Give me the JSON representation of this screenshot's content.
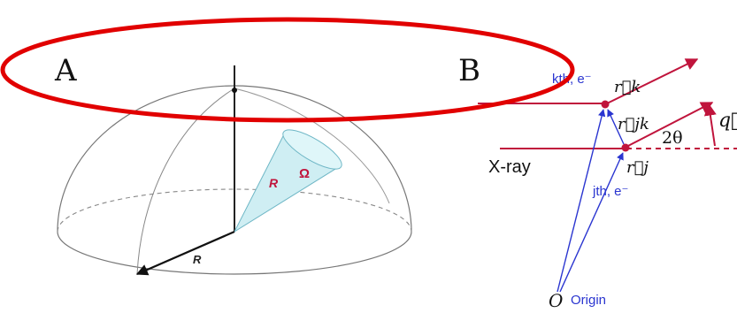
{
  "panel_a": {
    "label": "A",
    "radius_label_cone": "R",
    "solid_angle_label": "Ω",
    "radius_label_base": "R"
  },
  "panel_b": {
    "label": "B",
    "kth_electron_label": "kth, e⁻",
    "jth_electron_label": "jth, e⁻",
    "r_k_label": "r⃗k",
    "r_jk_label": "r⃗jk",
    "r_j_label": "r⃗j",
    "q_label": "q⃗",
    "angle_label": "2θ",
    "xray_label": "X-ray",
    "origin_symbol": "O",
    "origin_label": "Origin"
  },
  "colors": {
    "highlight_ellipse": "#e10000",
    "beam_red": "#c0143c",
    "vector_blue": "#2a35d0",
    "dark": "#111111",
    "cone_fill": "#cfeef3",
    "dome_lines": "#777777"
  }
}
